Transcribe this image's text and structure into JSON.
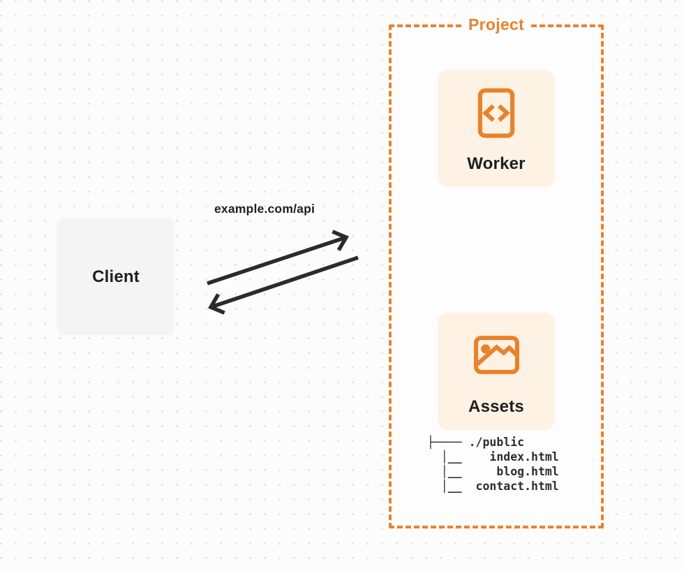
{
  "diagram": {
    "client": {
      "label": "Client"
    },
    "request": {
      "url_label": "example.com/api"
    },
    "project": {
      "label": "Project",
      "worker": {
        "label": "Worker",
        "icon": "code-file-icon"
      },
      "assets": {
        "label": "Assets",
        "icon": "image-icon",
        "tree_text": "├──── ./public\n  │__    index.html\n  │__     blog.html\n  │__  contact.html",
        "tree_entries": [
          "./public",
          "index.html",
          "blog.html",
          "contact.html"
        ]
      }
    }
  },
  "colors": {
    "accent": "#E8822D",
    "card-fill": "#FDF2E4",
    "client-fill": "#F4F4F5",
    "ink": "#1F1F1F",
    "arrow": "#2B2B2B",
    "tree-ink": "#2D2D2D",
    "canvas": "#FCFCFC",
    "panel": "#FDFDFD",
    "dot": "#E3E3E3"
  }
}
